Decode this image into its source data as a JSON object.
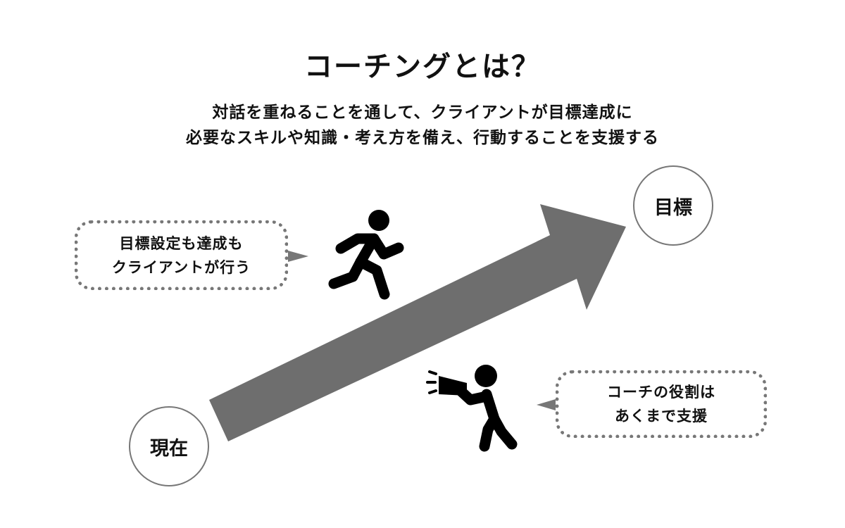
{
  "title": "コーチングとは？",
  "description": {
    "line1": "対話を重ねることを通して、クライアントが目標達成に",
    "line2": "必要なスキルや知識・考え方を備え、行動することを支援する"
  },
  "nodes": {
    "start": "現在",
    "goal": "目標"
  },
  "bubbles": {
    "client": {
      "line1": "目標設定も達成も",
      "line2": "クライアントが行う"
    },
    "coach": {
      "line1": "コーチの役割は",
      "line2": "あくまで支援"
    }
  },
  "colors": {
    "arrow": "#6e6e6e",
    "pointer": "#777777",
    "figure": "#000000"
  },
  "icons": {
    "runner": "running-person-icon",
    "coach": "megaphone-person-icon"
  }
}
